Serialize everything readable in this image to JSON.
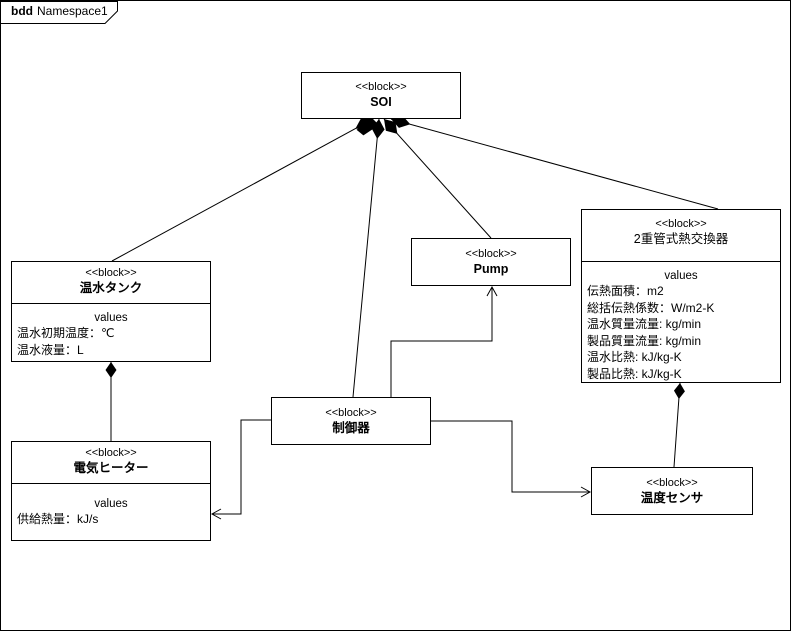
{
  "frame": {
    "kind_label": "bdd",
    "name_label": "Namespace1"
  },
  "blocks": {
    "soi": {
      "stereotype": "<<block>>",
      "name": "SOI"
    },
    "tank": {
      "stereotype": "<<block>>",
      "name": "温水タンク",
      "values_label": "values",
      "attributes": [
        "温水初期温度：℃",
        "温水液量：L"
      ]
    },
    "pump": {
      "stereotype": "<<block>>",
      "name": "Pump"
    },
    "exchanger": {
      "stereotype": "<<block>>",
      "name": "2重管式熱交換器",
      "values_label": "values",
      "attributes": [
        "伝熱面積：m2",
        "総括伝熱係数：W/m2-K",
        "温水質量流量: kg/min",
        "製品質量流量: kg/min",
        "温水比熱: kJ/kg-K",
        "製品比熱: kJ/kg-K"
      ]
    },
    "controller": {
      "stereotype": "<<block>>",
      "name": "制御器"
    },
    "heater": {
      "stereotype": "<<block>>",
      "name": "電気ヒーター",
      "values_label": "values",
      "attributes": [
        "供給熱量：kJ/s"
      ]
    },
    "sensor": {
      "stereotype": "<<block>>",
      "name": "温度センサ"
    }
  },
  "connections": [
    {
      "from": "SOI",
      "to": "温水タンク",
      "type": "composition"
    },
    {
      "from": "SOI",
      "to": "制御器",
      "type": "composition"
    },
    {
      "from": "SOI",
      "to": "Pump",
      "type": "composition"
    },
    {
      "from": "SOI",
      "to": "2重管式熱交換器",
      "type": "composition"
    },
    {
      "from": "温水タンク",
      "to": "電気ヒーター",
      "type": "composition"
    },
    {
      "from": "2重管式熱交換器",
      "to": "温度センサ",
      "type": "composition"
    },
    {
      "from": "制御器",
      "to": "Pump",
      "type": "directed-association"
    },
    {
      "from": "制御器",
      "to": "電気ヒーター",
      "type": "directed-association"
    },
    {
      "from": "制御器",
      "to": "温度センサ",
      "type": "directed-association"
    }
  ],
  "colors": {
    "line": "#000000",
    "background": "#ffffff",
    "text": "#000000"
  }
}
